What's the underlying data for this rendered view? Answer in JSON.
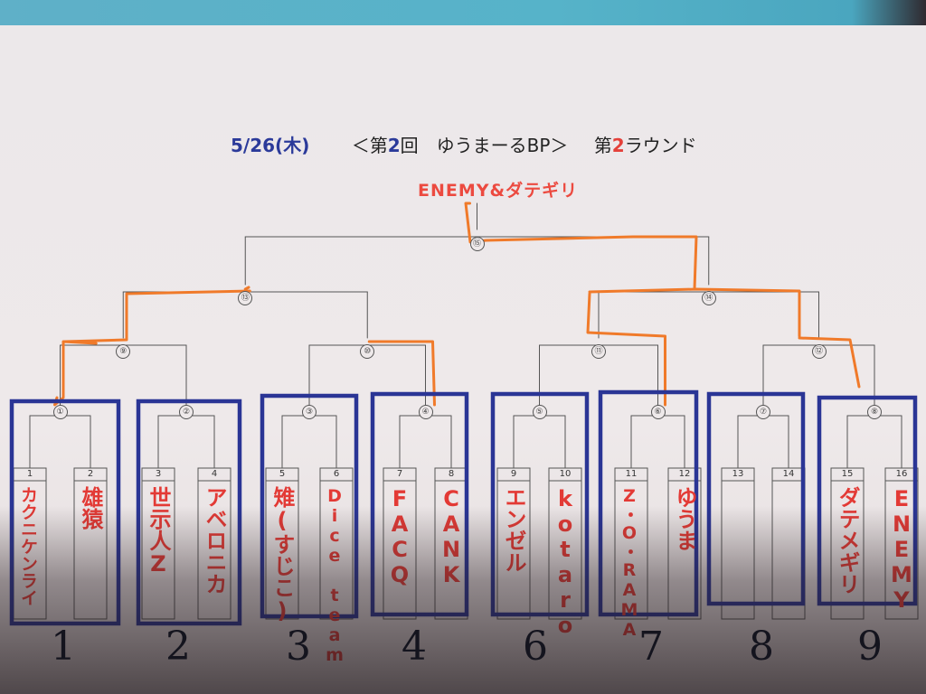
{
  "header": {
    "date": "5/26(木)",
    "event_open": "＜第",
    "event_num": "2",
    "event_close": "回　ゆうまーるBP＞",
    "round_prefix": "第",
    "round_num": "2",
    "round_suffix": "ラウンド"
  },
  "champion": "ENEMY&ダテギリ",
  "match_numbers": [
    "①",
    "②",
    "③",
    "④",
    "⑤",
    "⑥",
    "⑦",
    "⑧",
    "⑨",
    "⑩",
    "⑪",
    "⑫",
    "⑬",
    "⑭",
    "⑮"
  ],
  "slots": [
    {
      "num": "1",
      "entry": "カクニケンライ"
    },
    {
      "num": "2",
      "entry": "雄猿"
    },
    {
      "num": "3",
      "entry": "世示人Z"
    },
    {
      "num": "4",
      "entry": "アベロニカ"
    },
    {
      "num": "5",
      "entry": "雉(すじこ)"
    },
    {
      "num": "6",
      "entry": "Dice team"
    },
    {
      "num": "7",
      "entry": "FACQ"
    },
    {
      "num": "8",
      "entry": "CANK"
    },
    {
      "num": "9",
      "entry": "エンゼル"
    },
    {
      "num": "10",
      "entry": "kotaro"
    },
    {
      "num": "11",
      "entry": "Z・O・RAMA"
    },
    {
      "num": "12",
      "entry": "ゆうま"
    },
    {
      "num": "13",
      "entry": ""
    },
    {
      "num": "14",
      "entry": ""
    },
    {
      "num": "15",
      "entry": "ダテメギリ"
    },
    {
      "num": "16",
      "entry": "ENEMY"
    }
  ],
  "group_numbers": [
    "1",
    "2",
    "3",
    "4",
    "6",
    "7",
    "8",
    "9"
  ],
  "colors": {
    "bracket": "#555555",
    "winner_path": "#f07a2a",
    "group_box": "#2a3595",
    "entry_text": "#e33a35"
  }
}
